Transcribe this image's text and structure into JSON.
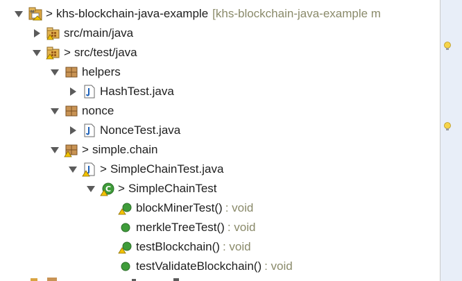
{
  "tree": {
    "project": {
      "dirty": ">",
      "label": "khs-blockchain-java-example",
      "suffix": "[khs-blockchain-java-example m"
    },
    "src_main": {
      "label": "src/main/java"
    },
    "src_test": {
      "dirty": ">",
      "label": "src/test/java"
    },
    "pkg_helpers": {
      "label": "helpers"
    },
    "file_hashtest": {
      "label": "HashTest.java"
    },
    "pkg_nonce": {
      "label": "nonce"
    },
    "file_noncetest": {
      "label": "NonceTest.java"
    },
    "pkg_simple_chain": {
      "dirty": ">",
      "label": "simple.chain"
    },
    "file_simplechaintest": {
      "dirty": ">",
      "label": "SimpleChainTest.java"
    },
    "class_simplechaintest": {
      "dirty": ">",
      "label": "SimpleChainTest"
    },
    "methods": [
      {
        "label": "blockMinerTest()",
        "ret": ": void",
        "warning": true
      },
      {
        "label": "merkleTreeTest()",
        "ret": ": void",
        "warning": false
      },
      {
        "label": "testBlockchain()",
        "ret": ": void",
        "warning": true
      },
      {
        "label": "testValidateBlockchain()",
        "ret": ": void",
        "warning": false
      }
    ]
  },
  "colors": {
    "background": "#ffffff",
    "text": "#1e1e1e",
    "decorator": "#8a8a6a",
    "twisty": "#5b5b5b",
    "method_green": "#3f9c3a",
    "warning_yellow": "#f2c200",
    "package_brown": "#b8843a",
    "side_panel": "#e8eef8"
  },
  "icons": {
    "project": "java-project-icon",
    "source_folder": "source-folder-icon",
    "package": "package-icon",
    "java_file": "java-file-icon",
    "class": "class-icon",
    "method": "public-method-icon",
    "warning": "warning-overlay-icon"
  }
}
